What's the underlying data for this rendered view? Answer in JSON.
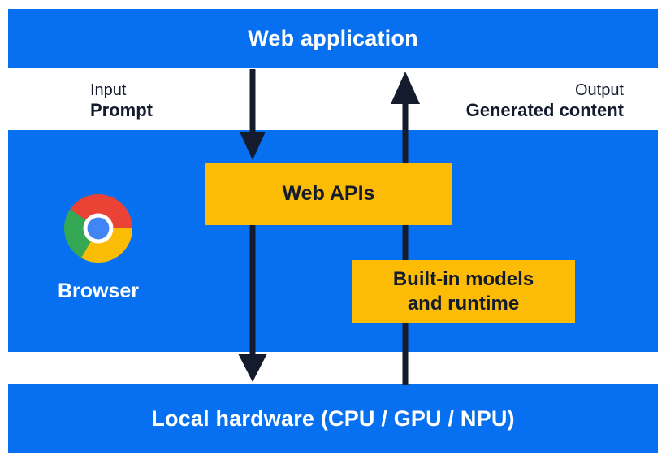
{
  "diagram": {
    "title_bar": {
      "label": "Web application"
    },
    "input": {
      "caption": "Input",
      "value": "Prompt"
    },
    "output": {
      "caption": "Output",
      "value": "Generated content"
    },
    "browser": {
      "label": "Browser",
      "icon": "chrome-logo"
    },
    "web_apis": {
      "label": "Web APIs"
    },
    "built_in": {
      "line1": "Built-in models",
      "line2": "and runtime"
    },
    "hardware_bar": {
      "label": "Local hardware (CPU / GPU / NPU)"
    },
    "arrows": [
      {
        "name": "prompt-flow-arrow",
        "direction": "down",
        "from": "Web application",
        "to": "Local hardware"
      },
      {
        "name": "generated-content-flow-arrow",
        "direction": "up",
        "from": "Local hardware",
        "to": "Web application"
      }
    ],
    "colors": {
      "blue": "#0770f0",
      "yellow": "#fcbb04",
      "ink": "#141b2d",
      "white": "#ffffff",
      "chrome_red": "#ea4335",
      "chrome_green": "#34a853",
      "chrome_yellow": "#fbbc05",
      "chrome_blue": "#4285f4"
    }
  }
}
